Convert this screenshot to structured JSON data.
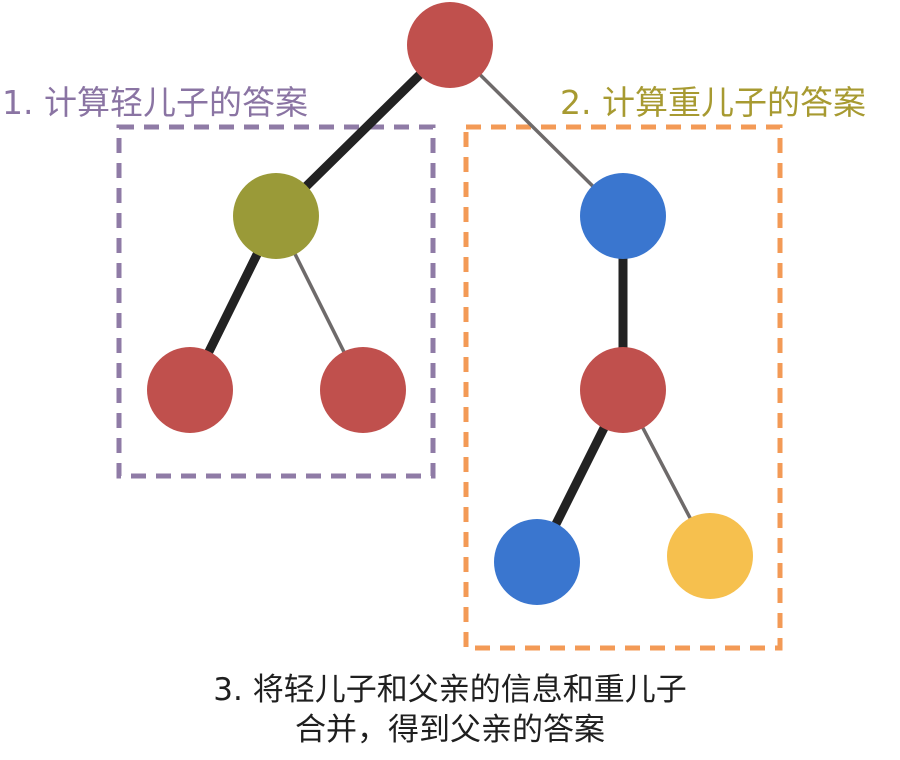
{
  "labels": {
    "light_child": "1. 计算轻儿子的答案",
    "heavy_child": "2. 计算重儿子的答案",
    "merge_line1": "3. 将轻儿子和父亲的信息和重儿子",
    "merge_line2": "合并，得到父亲的答案"
  },
  "colors": {
    "red": "#c0504d",
    "olive": "#9a9a38",
    "blue": "#3a76cf",
    "yellow": "#f6c04e",
    "heavy_edge": "#222222",
    "light_edge": "#6e6a6a",
    "light_box": "#8f7ba6",
    "heavy_box": "#f39a56"
  },
  "nodes": [
    {
      "id": "root",
      "color": "red"
    },
    {
      "id": "light-child",
      "color": "olive"
    },
    {
      "id": "light-child-left",
      "color": "red"
    },
    {
      "id": "light-child-right",
      "color": "red"
    },
    {
      "id": "heavy-child",
      "color": "blue"
    },
    {
      "id": "heavy-grandchild",
      "color": "red"
    },
    {
      "id": "heavy-grandchild-left",
      "color": "blue"
    },
    {
      "id": "heavy-grandchild-right",
      "color": "yellow"
    }
  ],
  "edges": [
    {
      "from": "root",
      "to": "light-child",
      "kind": "heavy"
    },
    {
      "from": "root",
      "to": "heavy-child",
      "kind": "light"
    },
    {
      "from": "light-child",
      "to": "light-child-left",
      "kind": "heavy"
    },
    {
      "from": "light-child",
      "to": "light-child-right",
      "kind": "light"
    },
    {
      "from": "heavy-child",
      "to": "heavy-grandchild",
      "kind": "heavy"
    },
    {
      "from": "heavy-grandchild",
      "to": "heavy-grandchild-left",
      "kind": "heavy"
    },
    {
      "from": "heavy-grandchild",
      "to": "heavy-grandchild-right",
      "kind": "light"
    }
  ]
}
